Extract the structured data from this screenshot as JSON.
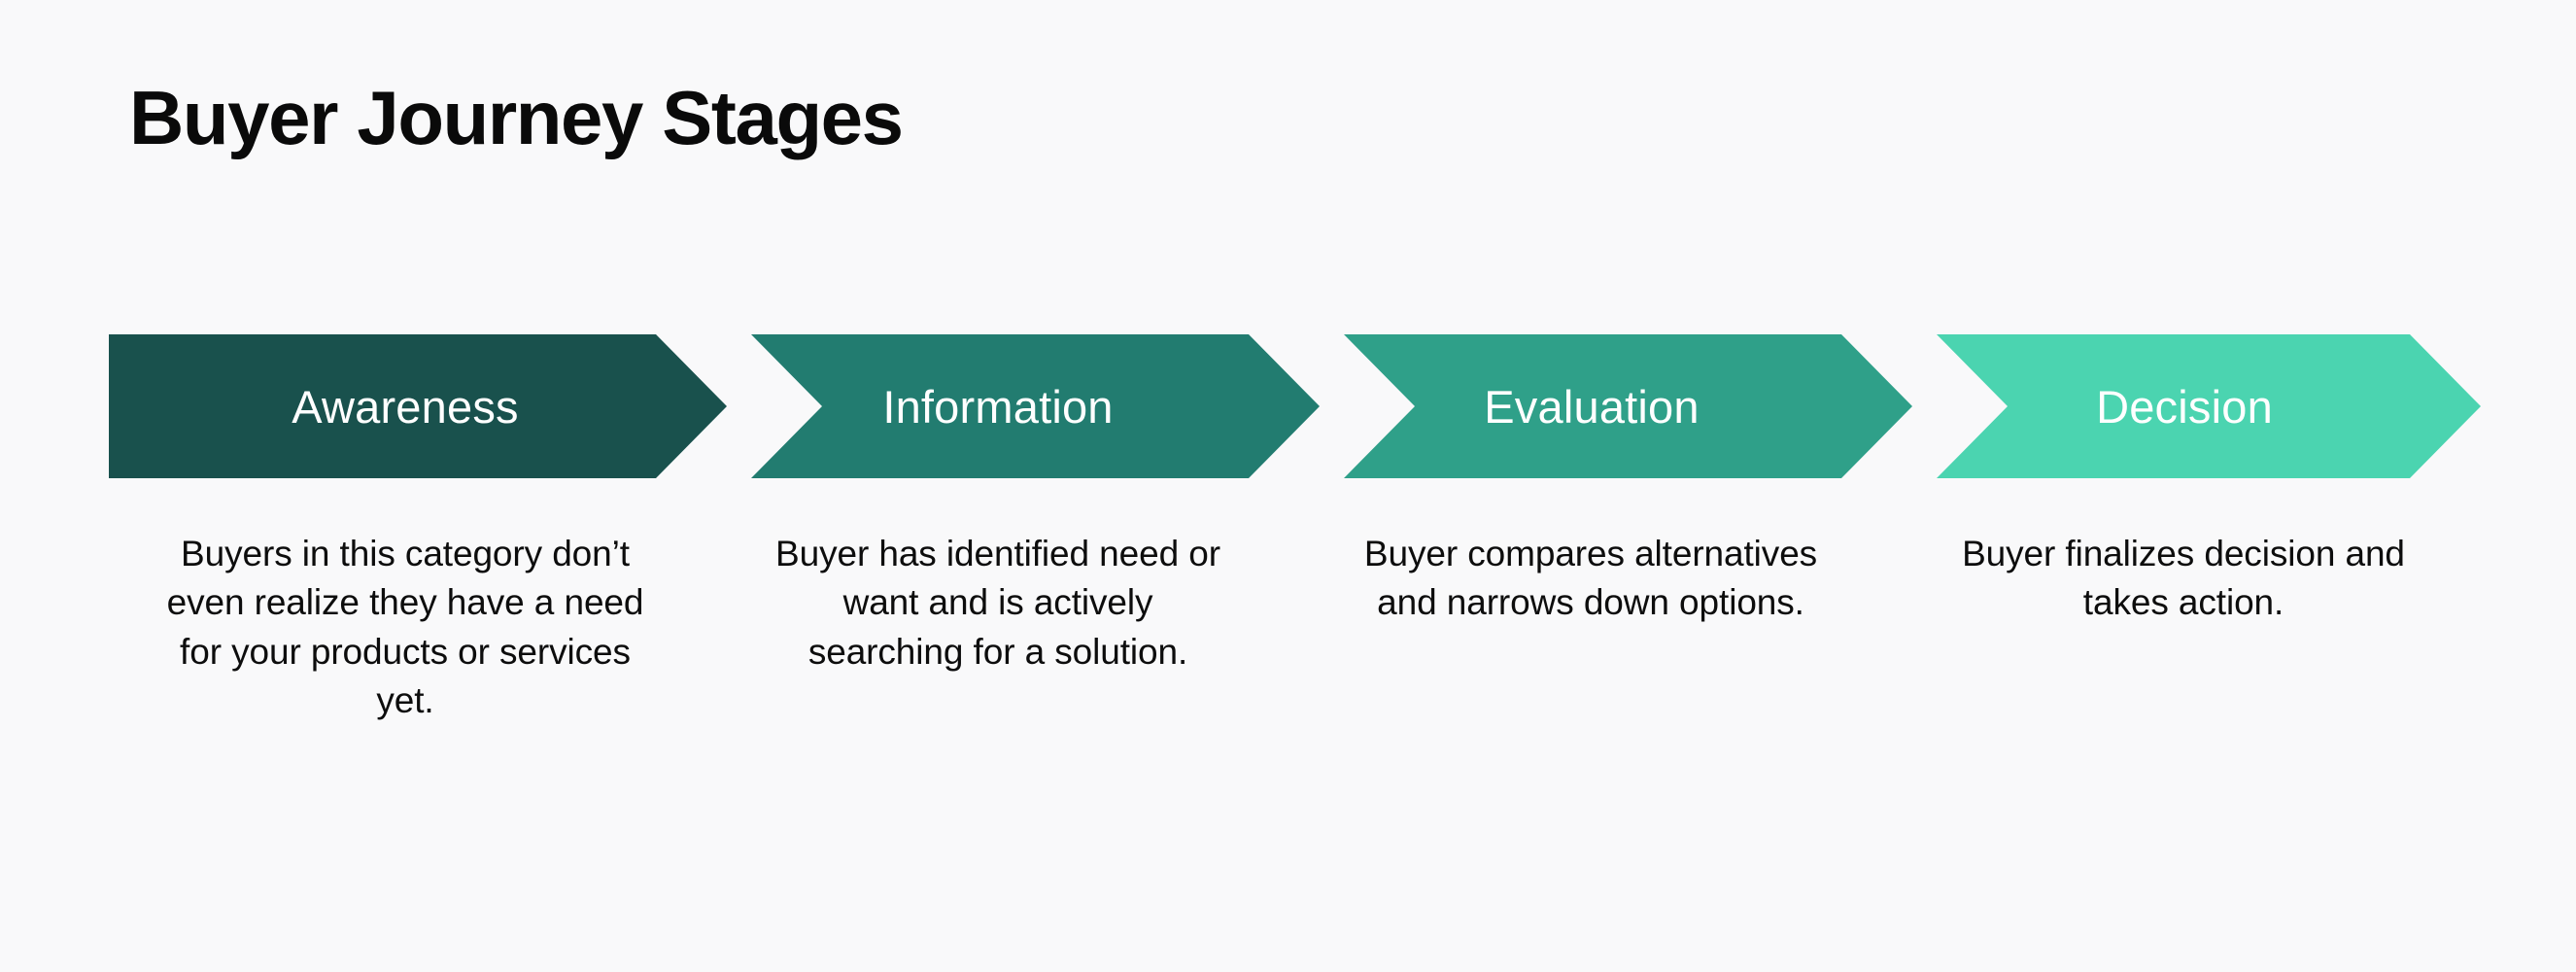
{
  "page": {
    "title": "Buyer Journey Stages",
    "background_color": "#f9f9fa",
    "text_color": "#0d0d0d"
  },
  "funnel": {
    "type": "chevron-process-flow",
    "stage_count": 4,
    "stages": [
      {
        "label": "Awareness",
        "color": "#19514d",
        "description": "Buyers in this category don’t even realize they have a need for your products or services yet."
      },
      {
        "label": "Information",
        "color": "#227c70",
        "description": "Buyer has identified need or want and is actively searching for a solution."
      },
      {
        "label": "Evaluation",
        "color": "#2fa089",
        "description": "Buyer compares alternatives and narrows down options."
      },
      {
        "label": "Decision",
        "color": "#4bd4b0",
        "description": "Buyer finalizes decision and takes action."
      }
    ]
  }
}
